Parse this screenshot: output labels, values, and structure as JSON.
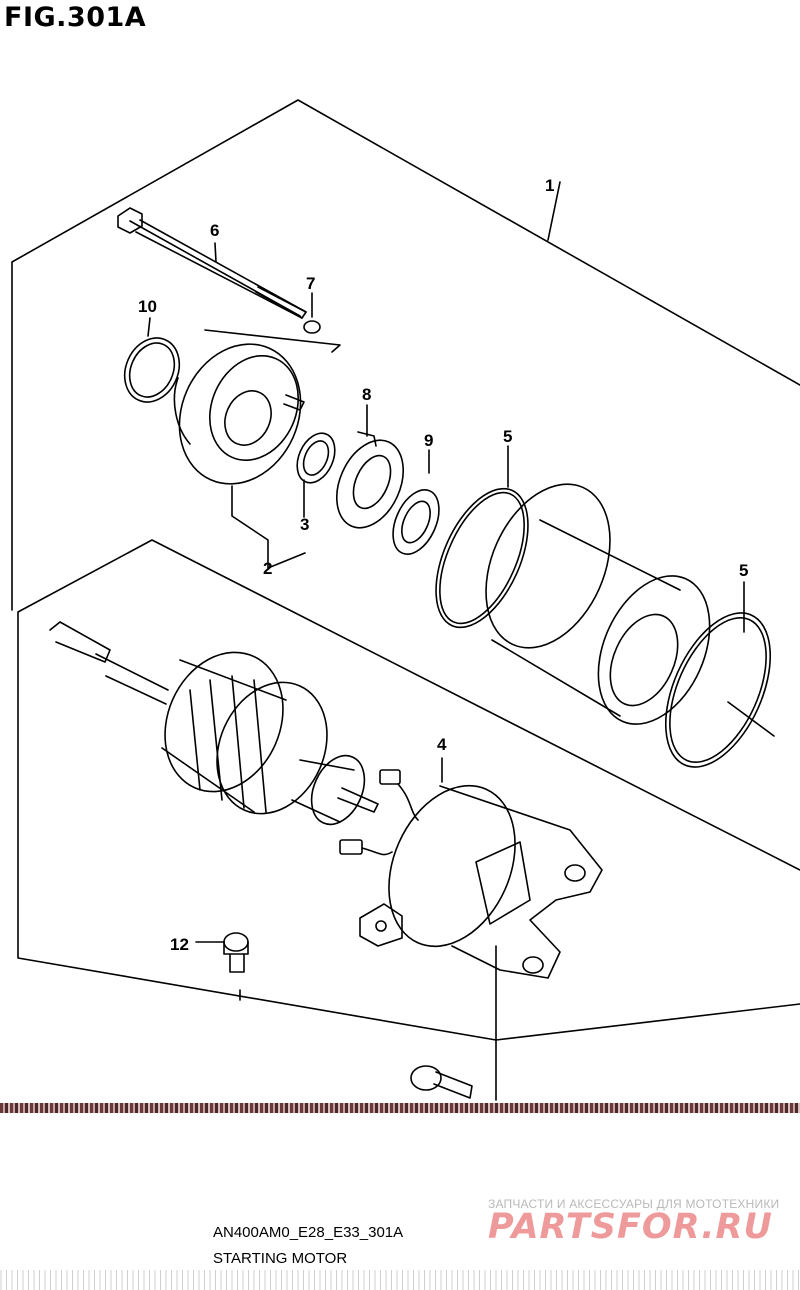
{
  "figure": {
    "title": "FIG.301A",
    "code": "AN400AM0_E28_E33_301A",
    "name": "STARTING MOTOR"
  },
  "callouts": {
    "c1": "1",
    "c2": "2",
    "c3": "3",
    "c4": "4",
    "c5a": "5",
    "c5b": "5",
    "c6": "6",
    "c7": "7",
    "c8": "8",
    "c9": "9",
    "c10": "10",
    "c12": "12"
  },
  "watermark": {
    "tagline": "ЗАПЧАСТИ И АКСЕССУАРЫ ДЛЯ МОТОТЕХНИКИ",
    "brand": "PARTSFOR.RU",
    "color": "#ef9a9a"
  }
}
